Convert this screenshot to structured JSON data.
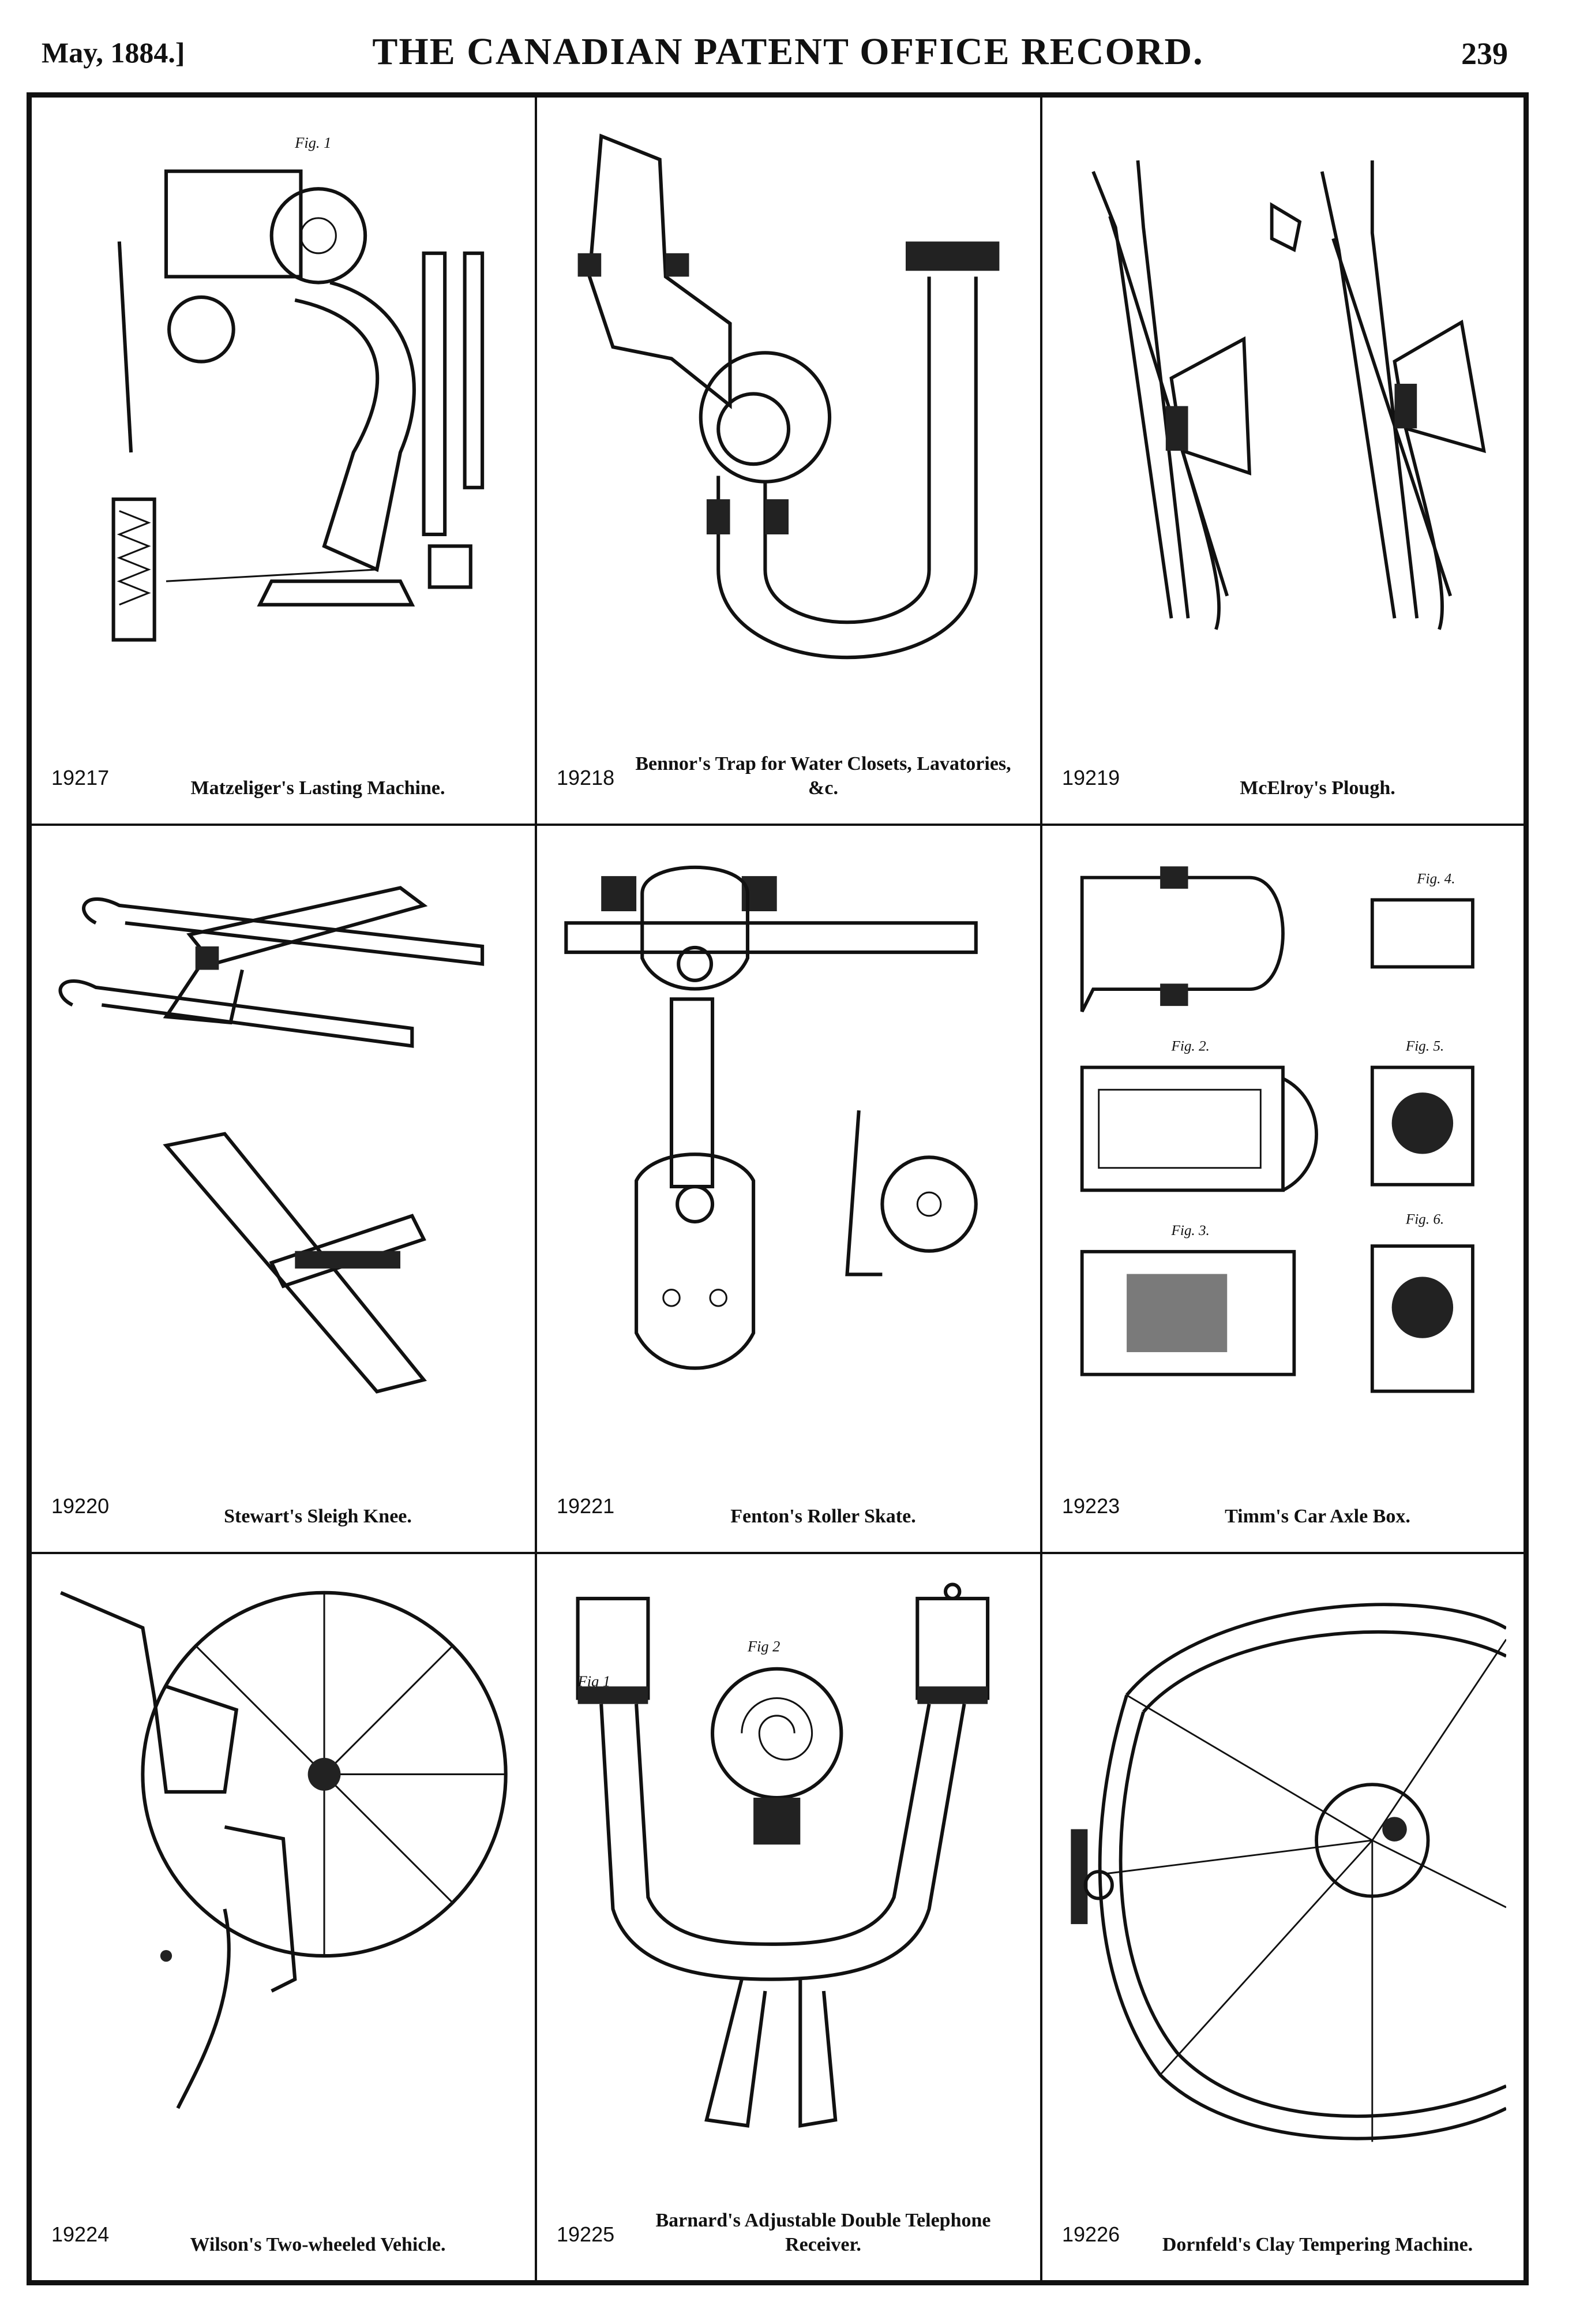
{
  "header": {
    "date": "May, 1884.]",
    "title": "THE CANADIAN PATENT OFFICE RECORD.",
    "page_number": "239"
  },
  "panels": [
    {
      "number": "19217",
      "caption": "Matzeliger's Lasting Machine.",
      "figure": "lasting-machine"
    },
    {
      "number": "19218",
      "caption": "Bennor's Trap for Water Closets, Lavatories, &c.",
      "figure": "water-trap"
    },
    {
      "number": "19219",
      "caption": "McElroy's Plough.",
      "figure": "plough"
    },
    {
      "number": "19220",
      "caption": "Stewart's Sleigh Knee.",
      "figure": "sleigh-knee"
    },
    {
      "number": "19221",
      "caption": "Fenton's Roller Skate.",
      "figure": "roller-skate"
    },
    {
      "number": "19223",
      "caption": "Timm's Car Axle Box.",
      "figure": "axle-box"
    },
    {
      "number": "19224",
      "caption": "Wilson's Two-wheeled Vehicle.",
      "figure": "two-wheeled-vehicle"
    },
    {
      "number": "19225",
      "caption": "Barnard's Adjustable Double Telephone Receiver.",
      "figure": "telephone-receiver"
    },
    {
      "number": "19226",
      "caption": "Dornfeld's Clay Tempering Machine.",
      "figure": "clay-tempering-machine"
    }
  ],
  "figure_labels": {
    "axle_box": [
      "Fig. 2.",
      "Fig. 3.",
      "Fig. 4.",
      "Fig. 5.",
      "Fig. 6."
    ],
    "telephone": [
      "Fig 1",
      "Fig 2"
    ],
    "lasting": [
      "Fig. 1"
    ]
  }
}
